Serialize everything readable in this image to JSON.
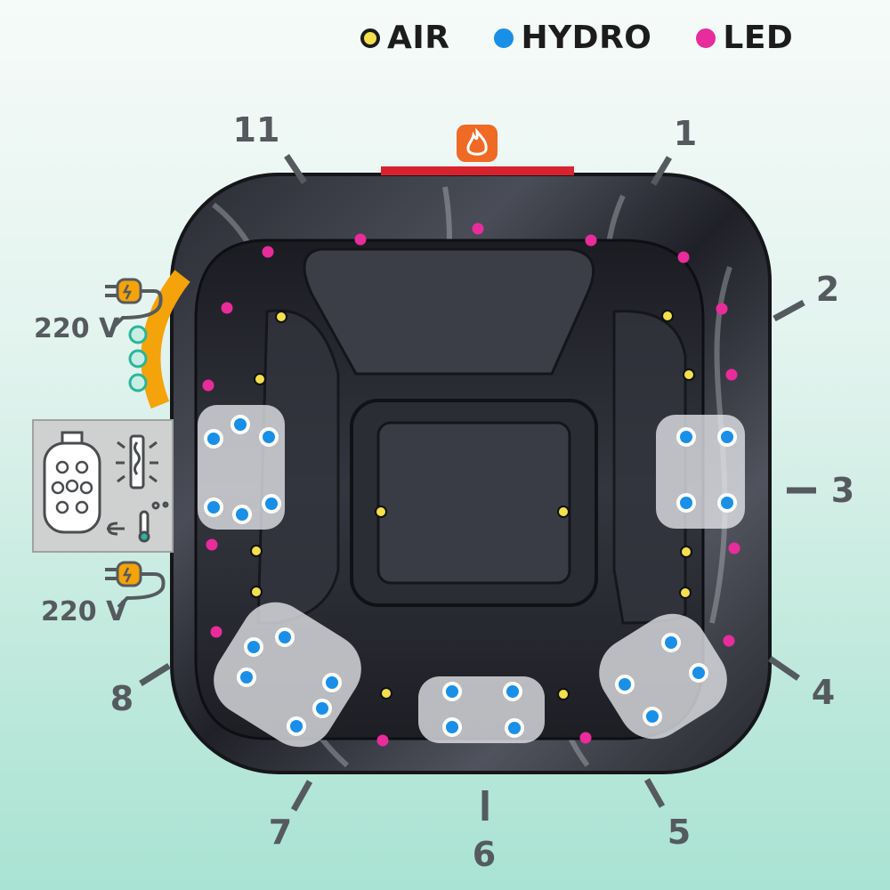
{
  "legend": {
    "air": {
      "label": "AIR",
      "color": "#f4e04d"
    },
    "hydro": {
      "label": "HYDRO",
      "color": "#1a8fe8"
    },
    "led": {
      "label": "LED",
      "color": "#e82c9c"
    }
  },
  "seat_numbers": [
    "11",
    "1",
    "2",
    "3",
    "4",
    "5",
    "6",
    "7",
    "8"
  ],
  "power": {
    "top_label": "220 V",
    "bottom_label": "220 V"
  },
  "icons": [
    "heater-icon",
    "power-plug-icon",
    "pump-icon",
    "filter-cartridge-icon",
    "uv-lamp-icon",
    "temperature-sensor-icon"
  ],
  "colors": {
    "heater_bar": "#d8232f",
    "power_panel": "#f4a30a",
    "shell": "#24252c"
  }
}
